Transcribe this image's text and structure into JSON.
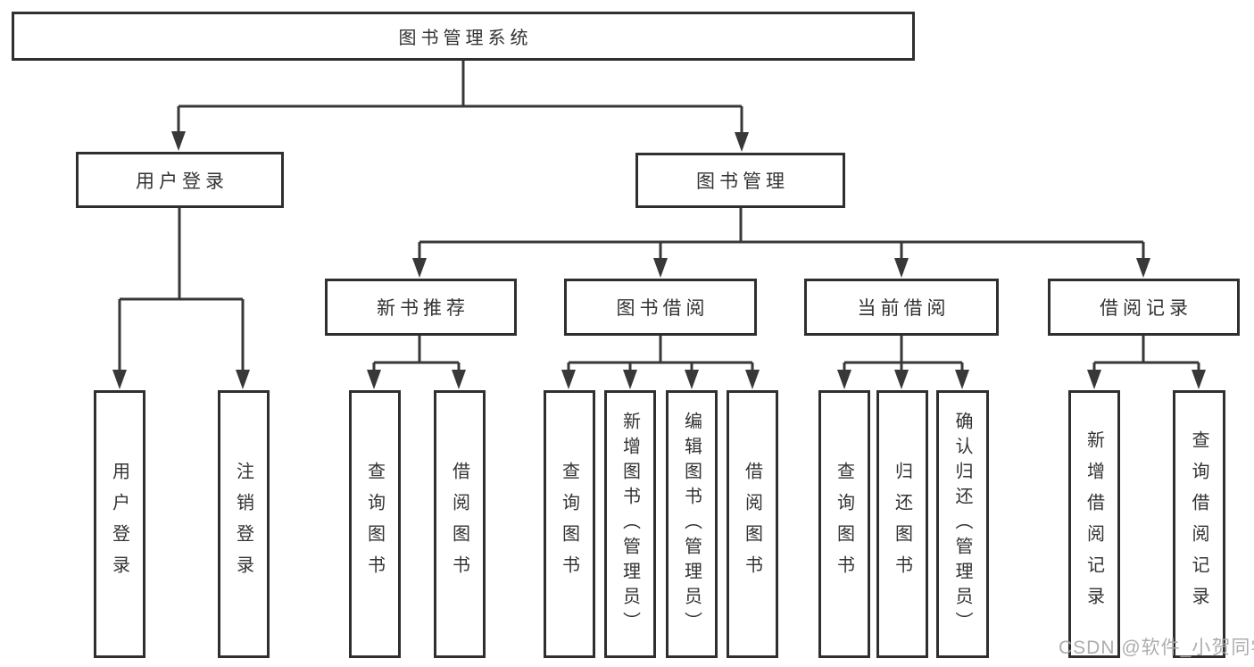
{
  "watermark": "CSDN @软件_小贺同学",
  "colors": {
    "line": "#383838",
    "box_border": "#2f2f2f",
    "text": "#333333",
    "watermark": "#a9a9a9",
    "background": "#ffffff"
  },
  "tree": {
    "label": "图书管理系统",
    "children": [
      {
        "label": "用户登录",
        "children": [
          {
            "label": "用户登录"
          },
          {
            "label": "注销登录"
          }
        ]
      },
      {
        "label": "图书管理",
        "children": [
          {
            "label": "新书推荐",
            "children": [
              {
                "label": "查询图书"
              },
              {
                "label": "借阅图书"
              }
            ]
          },
          {
            "label": "图书借阅",
            "children": [
              {
                "label": "查询图书"
              },
              {
                "label": "新增图书（管理员）"
              },
              {
                "label": "编辑图书（管理员）"
              },
              {
                "label": "借阅图书"
              }
            ]
          },
          {
            "label": "当前借阅",
            "children": [
              {
                "label": "查询图书"
              },
              {
                "label": "归还图书"
              },
              {
                "label": "确认归还（管理员）"
              }
            ]
          },
          {
            "label": "借阅记录",
            "children": [
              {
                "label": "新增借阅记录"
              },
              {
                "label": "查询借阅记录"
              }
            ]
          }
        ]
      }
    ]
  }
}
